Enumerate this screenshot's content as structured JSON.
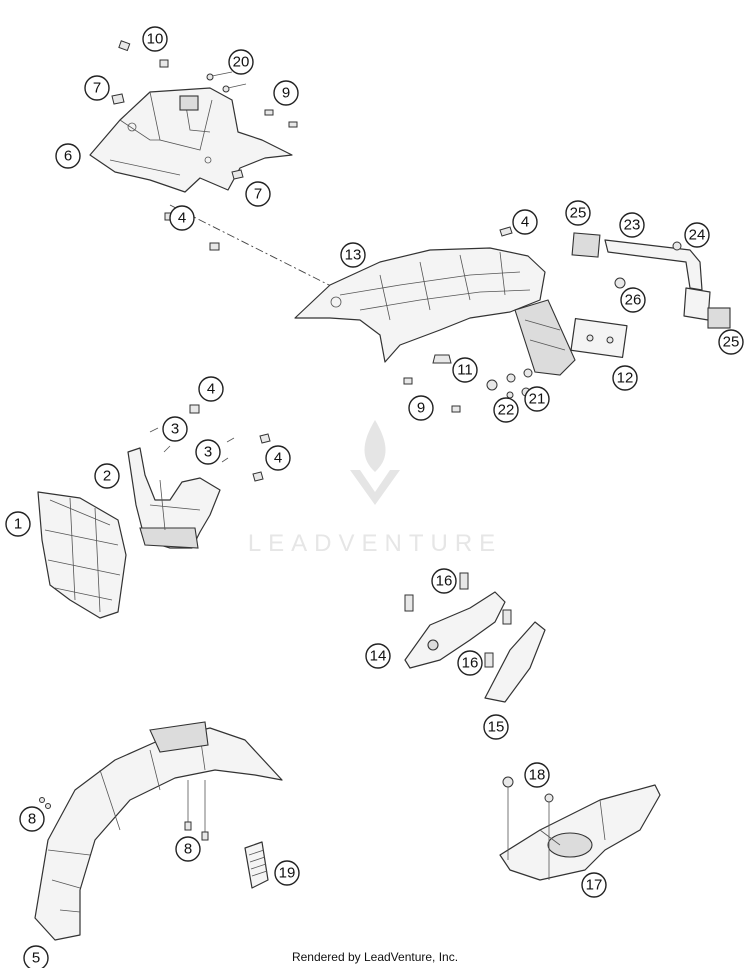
{
  "diagram": {
    "callouts": [
      "1",
      "2",
      "3",
      "3",
      "4",
      "4",
      "4",
      "4",
      "4",
      "5",
      "6",
      "7",
      "7",
      "8",
      "8",
      "9",
      "9",
      "10",
      "11",
      "12",
      "13",
      "14",
      "15",
      "16",
      "16",
      "17",
      "18",
      "19",
      "20",
      "21",
      "22",
      "23",
      "24",
      "25",
      "25",
      "26"
    ]
  },
  "watermark": {
    "text": "LEADVENTURE"
  },
  "footer": {
    "text": "Rendered by LeadVenture, Inc."
  }
}
